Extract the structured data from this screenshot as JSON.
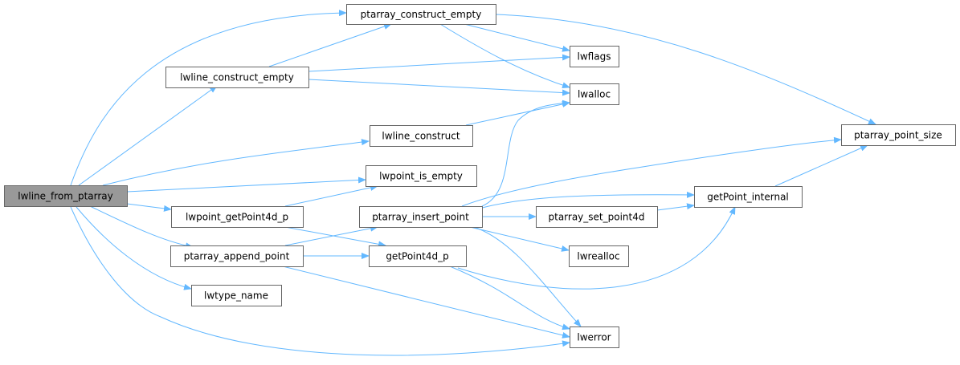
{
  "title": "lwline_from_ptarray call graph",
  "colors": {
    "edge": "#63b8ff",
    "root_fill": "#999999",
    "node_border": "#666666"
  },
  "nodes": [
    {
      "id": "A",
      "label": "lwline_from_ptarray",
      "root": true
    },
    {
      "id": "B",
      "label": "ptarray_construct_empty"
    },
    {
      "id": "C",
      "label": "lwline_construct_empty"
    },
    {
      "id": "D",
      "label": "lwflags"
    },
    {
      "id": "E",
      "label": "lwalloc"
    },
    {
      "id": "F",
      "label": "lwline_construct"
    },
    {
      "id": "G",
      "label": "ptarray_point_size"
    },
    {
      "id": "H",
      "label": "lwpoint_is_empty"
    },
    {
      "id": "I",
      "label": "lwpoint_getPoint4d_p"
    },
    {
      "id": "J",
      "label": "ptarray_insert_point"
    },
    {
      "id": "K",
      "label": "getPoint_internal"
    },
    {
      "id": "L",
      "label": "ptarray_set_point4d"
    },
    {
      "id": "M",
      "label": "ptarray_append_point"
    },
    {
      "id": "N",
      "label": "getPoint4d_p"
    },
    {
      "id": "O",
      "label": "lwrealloc"
    },
    {
      "id": "P",
      "label": "lwtype_name"
    },
    {
      "id": "Q",
      "label": "lwerror"
    }
  ],
  "edges": [
    {
      "from": "A",
      "to": "B"
    },
    {
      "from": "A",
      "to": "C"
    },
    {
      "from": "A",
      "to": "F"
    },
    {
      "from": "A",
      "to": "H"
    },
    {
      "from": "A",
      "to": "I"
    },
    {
      "from": "A",
      "to": "M"
    },
    {
      "from": "A",
      "to": "P"
    },
    {
      "from": "A",
      "to": "Q"
    },
    {
      "from": "B",
      "to": "D"
    },
    {
      "from": "B",
      "to": "E"
    },
    {
      "from": "B",
      "to": "G"
    },
    {
      "from": "C",
      "to": "B"
    },
    {
      "from": "C",
      "to": "D"
    },
    {
      "from": "C",
      "to": "E"
    },
    {
      "from": "F",
      "to": "E"
    },
    {
      "from": "I",
      "to": "H"
    },
    {
      "from": "I",
      "to": "N"
    },
    {
      "from": "M",
      "to": "J"
    },
    {
      "from": "M",
      "to": "N"
    },
    {
      "from": "M",
      "to": "Q"
    },
    {
      "from": "J",
      "to": "E"
    },
    {
      "from": "J",
      "to": "G"
    },
    {
      "from": "J",
      "to": "K"
    },
    {
      "from": "J",
      "to": "L"
    },
    {
      "from": "J",
      "to": "O"
    },
    {
      "from": "J",
      "to": "Q"
    },
    {
      "from": "N",
      "to": "Q"
    },
    {
      "from": "N",
      "to": "K"
    },
    {
      "from": "L",
      "to": "K"
    },
    {
      "from": "K",
      "to": "G"
    }
  ]
}
